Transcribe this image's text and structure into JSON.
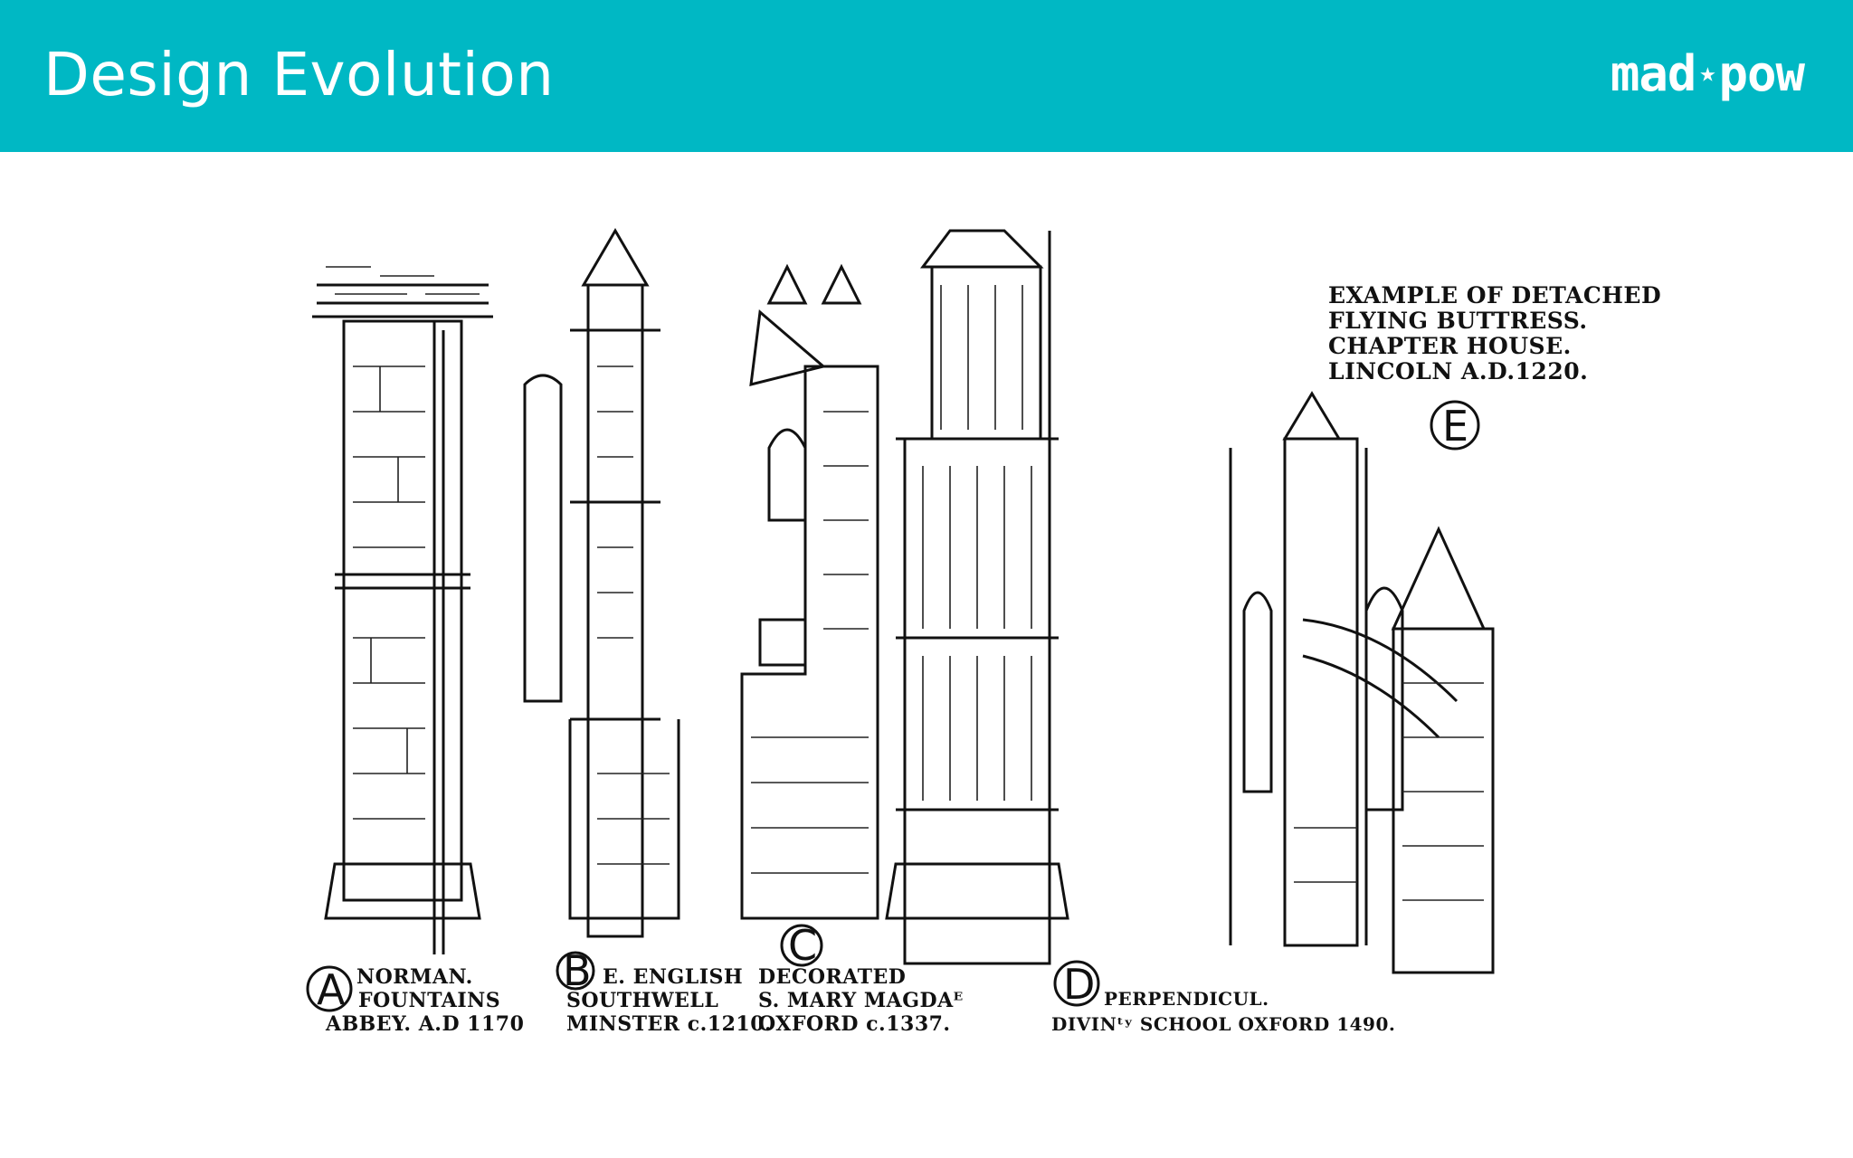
{
  "header": {
    "title": "Design Evolution",
    "logo": {
      "left": "mad",
      "right": "pow",
      "mark": "star-icon"
    }
  },
  "illustration": {
    "panels": [
      {
        "letter": "A",
        "lines": [
          "NORMAN.",
          "FOUNTAINS",
          "ABBEY. A.D 1170"
        ]
      },
      {
        "letter": "B",
        "lines": [
          "E. ENGLISH",
          "SOUTHWELL",
          "MINSTER c.1210."
        ]
      },
      {
        "letter": "C",
        "lines": [
          "DECORATED",
          "S. MARY MAGDAᴱ",
          "OXFORD c.1337."
        ]
      },
      {
        "letter": "D",
        "lines": [
          "PERPENDICUL.",
          "DIVINᵗʸ SCHOOL OXFORD 1490."
        ]
      },
      {
        "letter": "E",
        "lines": [
          "EXAMPLE OF DETACHED",
          "FLYING BUTTRESS.",
          "CHAPTER HOUSE.",
          "LINCOLN A.D.1220."
        ]
      }
    ]
  }
}
